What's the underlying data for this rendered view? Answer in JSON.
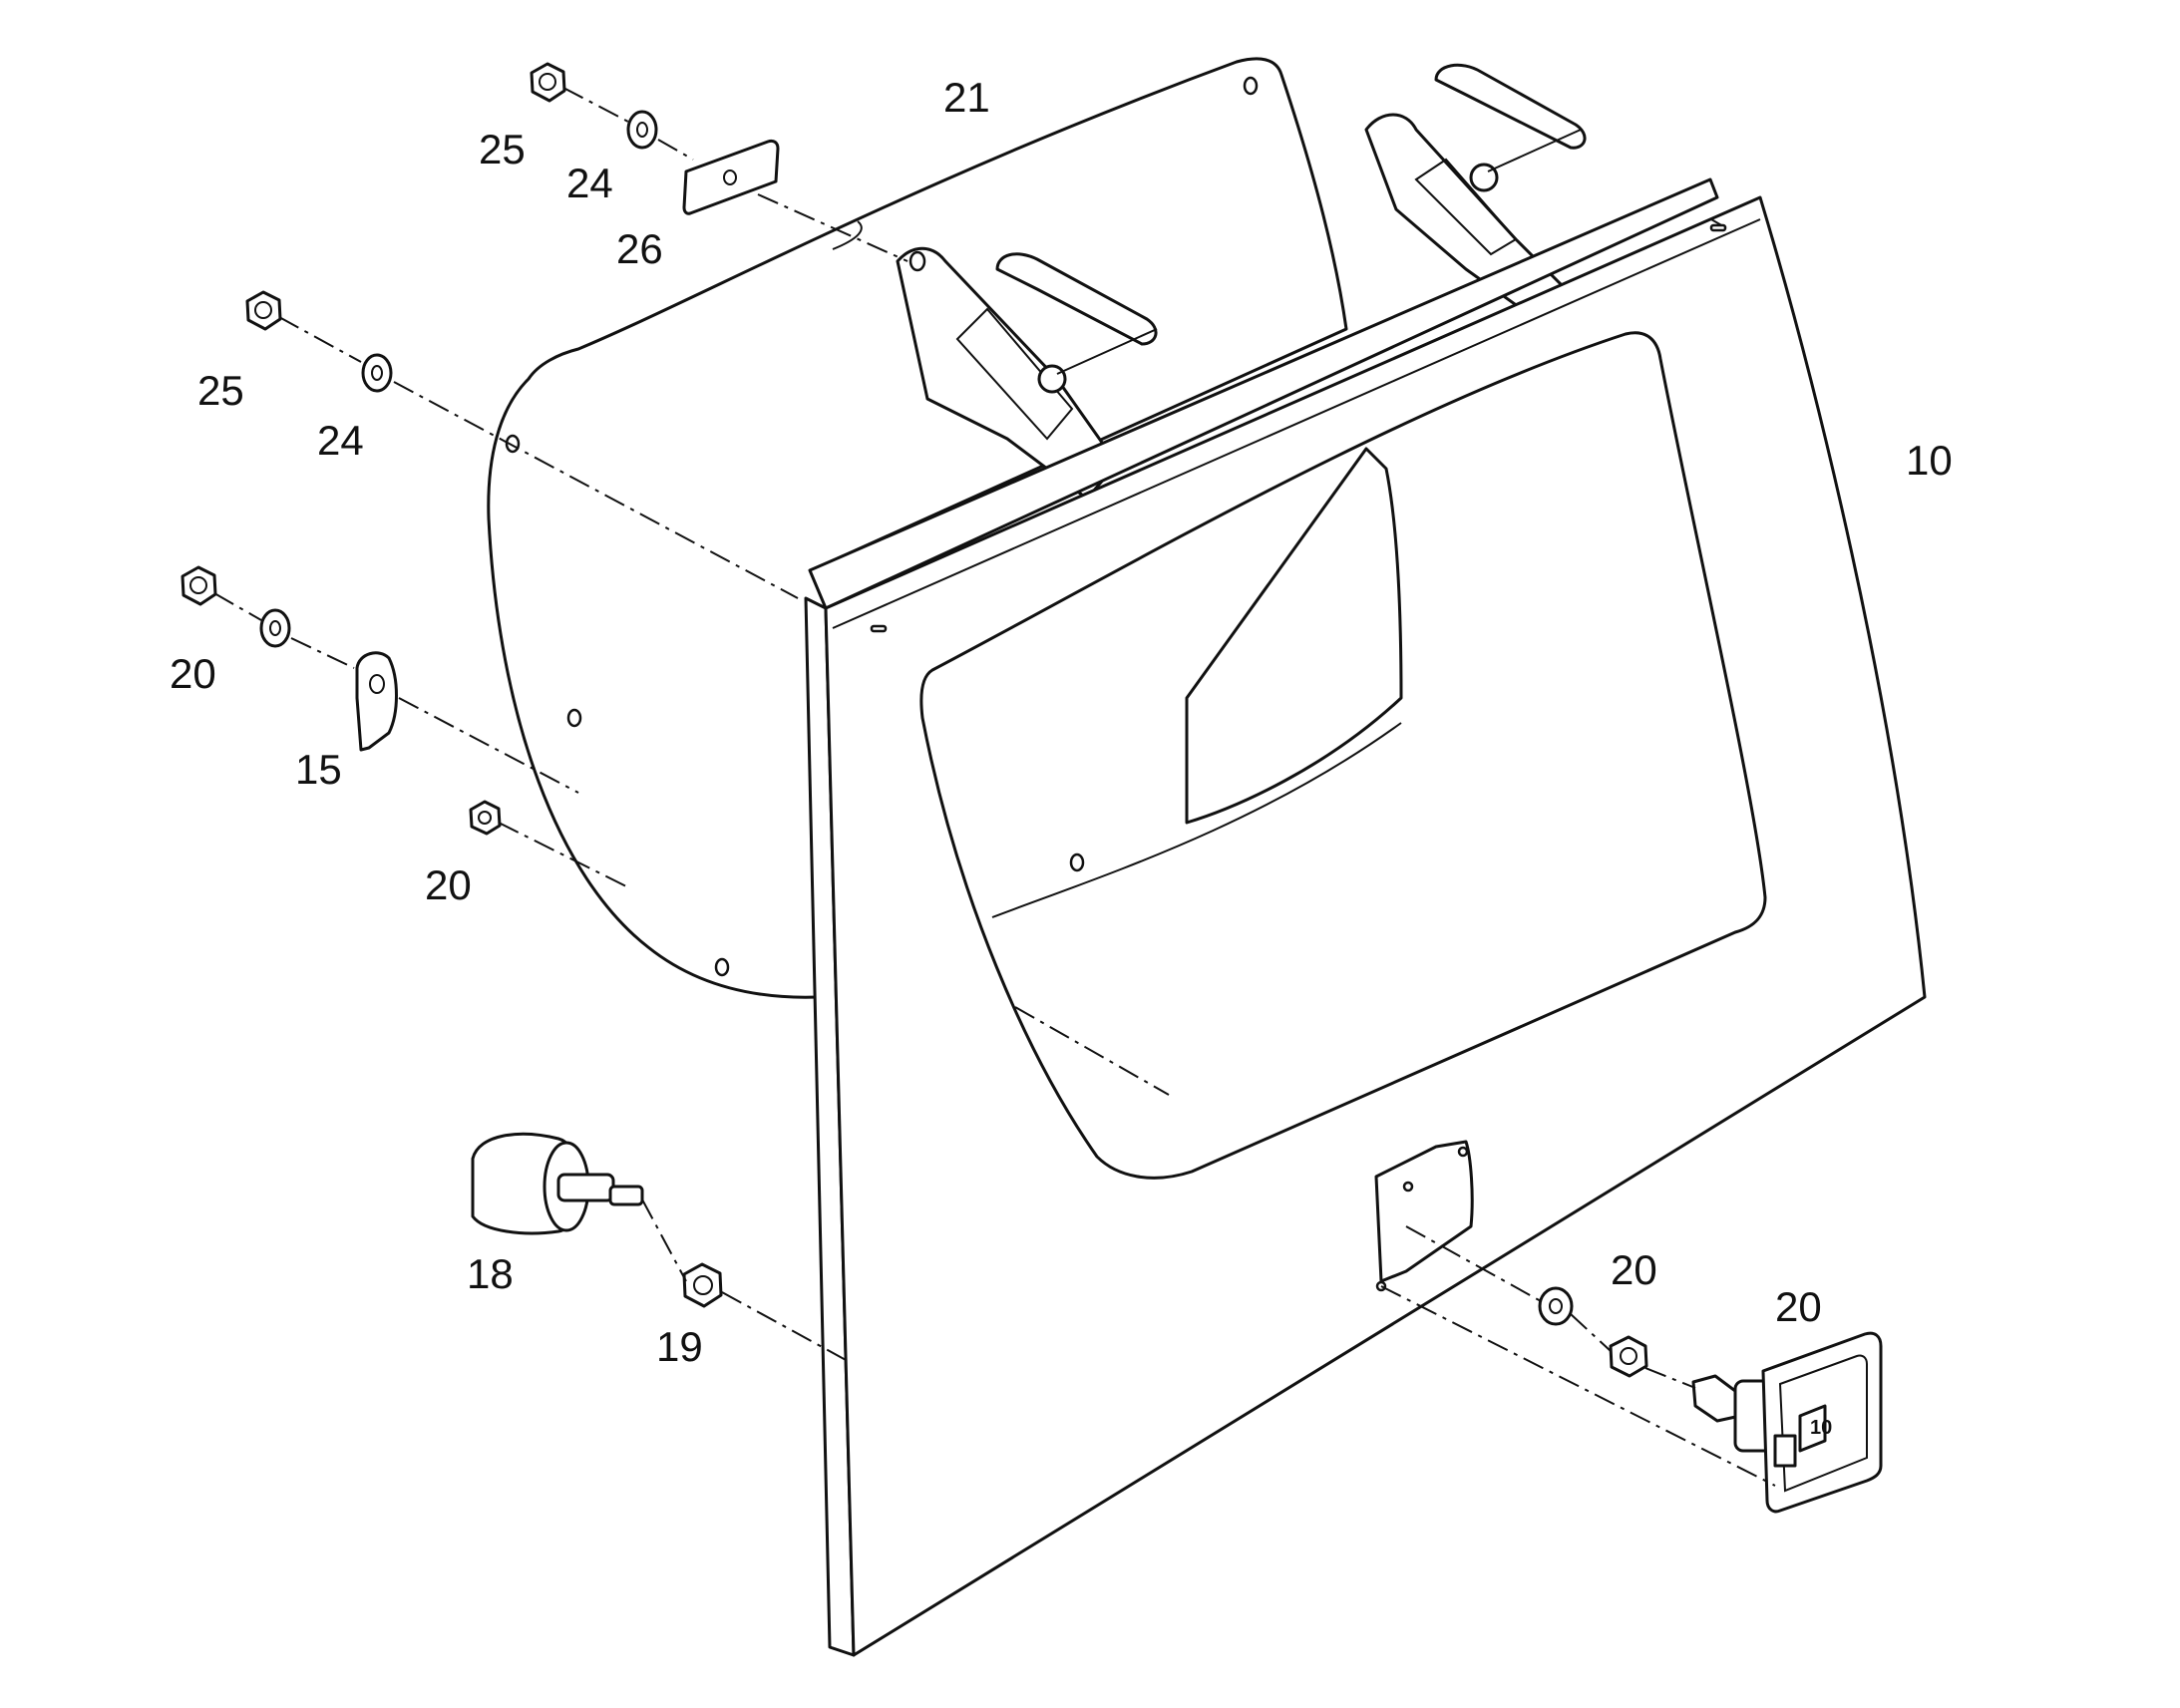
{
  "callouts": {
    "c10": "10",
    "c15": "15",
    "c18": "18",
    "c19": "19",
    "c20a": "20",
    "c20b": "20",
    "c20c": "20",
    "c20d": "20",
    "c21": "21",
    "c24a": "24",
    "c24b": "24",
    "c25a": "25",
    "c25b": "25",
    "c26": "26"
  },
  "latch_face_text": "10"
}
